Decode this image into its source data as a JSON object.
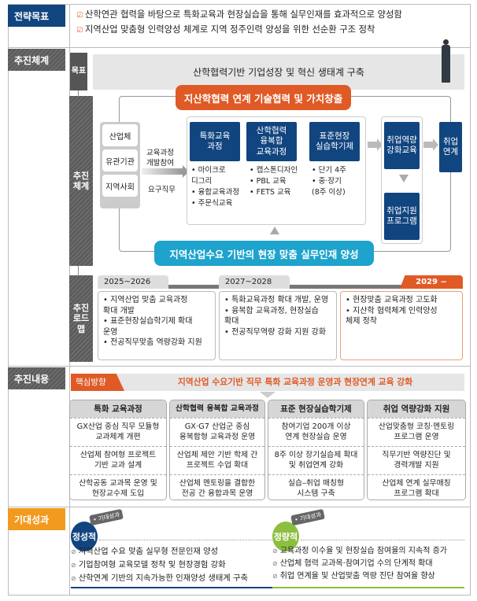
{
  "strategy": {
    "label": "전략목표",
    "items": [
      "산학연관 협력을 바탕으로 특화교육과 현장실습을 통해 실무인재를 효과적으로 양성함",
      "지역산업 맞춤형 인력양성 체계로 지역 정주인력 양성을 위한 선순환 구조 정착"
    ]
  },
  "system": {
    "label": "추진체계",
    "goal_label": "목표",
    "goal": "산학협력기반 기업성장 및 혁신 생태계 구축",
    "sub_label": "추진\n체계",
    "top_banner": "지산학협력 연계 기술협력 및 가치창출",
    "bottom_banner": "지역산업수요 기반의 현장 맞춤 실무인재 양성",
    "partners": [
      "산업체",
      "유관기관",
      "지역사회"
    ],
    "arrow_top": "교육과정\n개발참여",
    "arrow_bottom": "요구직무",
    "programs": [
      {
        "title": "특화교육\n과정",
        "bullets": "• 마이크로\n  디그리\n• 융합교육과정\n• 주문식교육"
      },
      {
        "title": "산학협력\n융복합\n교육과정",
        "bullets": "• 캡스톤디자인\n• PBL 교육\n• FETS 교육"
      },
      {
        "title": "표준현장\n실습학기제",
        "bullets": "• 단기 4주\n• 중·장기\n  (8주 이상)"
      }
    ],
    "employ_edu": "취업역량\n강화교육",
    "employ_support": "취업지원\n프로그램",
    "employ_link": "취업\n연계"
  },
  "roadmap": {
    "label": "추진\n로드\n맵",
    "phases": [
      {
        "period": "2025~2026",
        "items": [
          "• 지역산업 맞춤 교육과정\n  확대 개발",
          "• 표준현장실습학기제 확대\n  운영",
          "• 전공직무맞춤 역량강화 지원"
        ]
      },
      {
        "period": "2027~2028",
        "items": [
          "• 특화교육과정 확대 개발, 운영",
          "• 융복합 교육과정, 현장실습\n  확대",
          "• 전공직무역량 강화 지원 강화"
        ]
      },
      {
        "period": "2029 ~",
        "items": [
          "• 현장맞춤 교육과정 고도화",
          "• 지산학 협력체계 인력양성\n  체제 정착"
        ]
      }
    ]
  },
  "content": {
    "label": "추진내용",
    "key_label": "핵심방향",
    "key": "지역산업 수요기반 직무 특화 교육과정 운영과 현장연계 교육 강화",
    "columns": [
      {
        "title": "특화 교육과정",
        "cells": [
          "GX산업 중심 직무 모듈형\n교과체계 개편",
          "산업체 참여형 프로젝트\n기반 교과 설계",
          "산학공동 교과목 운영 및\n현장교수제 도입"
        ]
      },
      {
        "title": "산학협력 융복합 교육과정",
        "cells": [
          "GX·G7 산업군 중심\n융복합형 교육과정 운영",
          "산업체 제안 기반 학제 간\n프로젝트 수업 확대",
          "산업체 멘토링을 결합한\n전공 간 융합과목 운영"
        ]
      },
      {
        "title": "표준 현장실습학기제",
        "cells": [
          "참여기업 200개 이상\n연계 현장실습 운영",
          "8주 이상 장기실습제 확대\n및 취업연계 강화",
          "실습–취업 매칭형\n시스템 구축"
        ]
      },
      {
        "title": "취업 역량강화 지원",
        "cells": [
          "산업맞춤형 코칭·멘토링\n프로그램 운영",
          "직무기반 역량진단 및\n경력개발 지원",
          "산업체 연계 실무매칭\n프로그램 확대"
        ]
      }
    ]
  },
  "outcome": {
    "label": "기대성과",
    "tag": "• 기대성과",
    "qualitative": {
      "title": "정성적",
      "items": [
        "지역산업 수요 맞춤 실무형 전문인재 양성",
        "기업참여형 교육모델 정착 및 현장경험 강화",
        "산학연계 기반의 지속가능한 인재양성 생태계 구축"
      ]
    },
    "quantitative": {
      "title": "정량적",
      "items": [
        "교육과정 이수율 및 현장실습 참여율의 지속적 증가",
        "산업체 협력 교과목·참여기업 수의 단계적 확대",
        "취업 연계율 및 산업맞춤 역량 진단 참여율 향상"
      ]
    }
  },
  "colors": {
    "navy": "#11457f",
    "orange": "#e05a26",
    "teal": "#1ea3cc",
    "amber": "#f29a1f",
    "green": "#8cbf3f"
  }
}
